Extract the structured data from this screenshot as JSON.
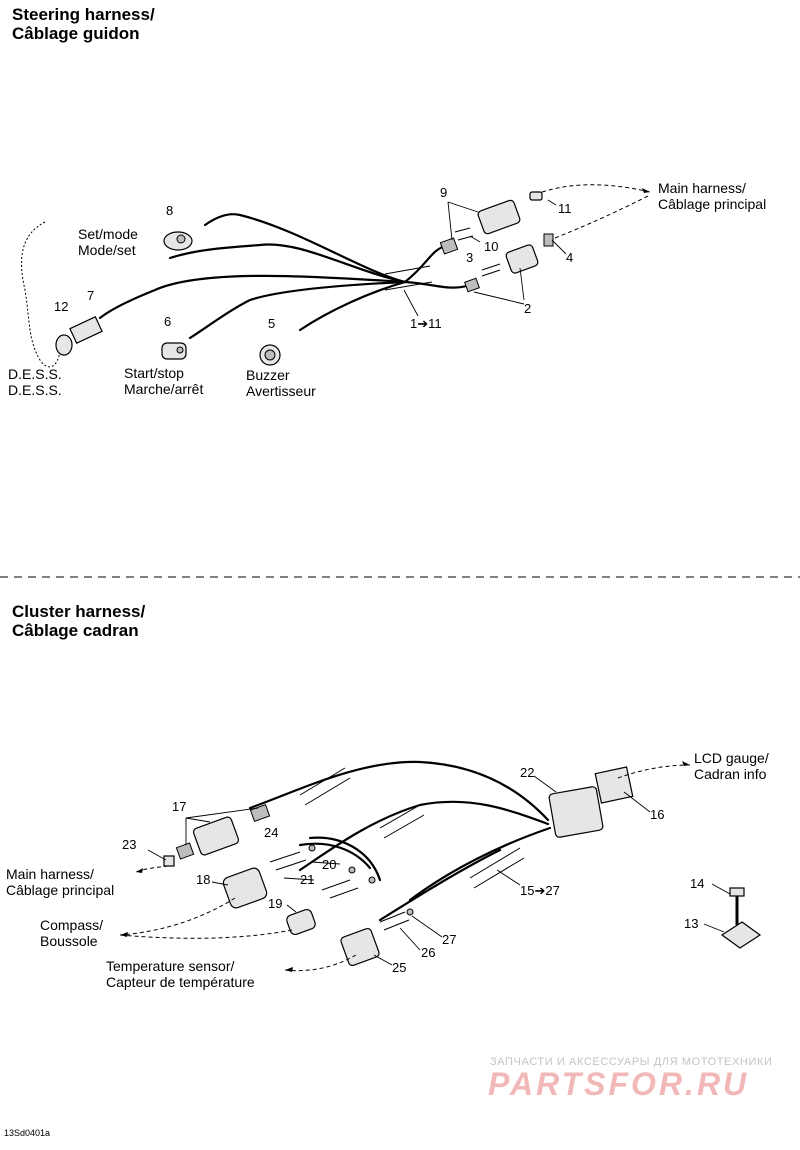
{
  "steering": {
    "title_line1": "Steering harness/",
    "title_line2": "Câblage guidon",
    "labels": {
      "set_mode_en": "Set/mode",
      "set_mode_fr": "Mode/set",
      "dess_en": "D.E.S.S.",
      "dess_fr": "D.E.S.S.",
      "start_stop_en": "Start/stop",
      "start_stop_fr": "Marche/arrêt",
      "buzzer_en": "Buzzer",
      "buzzer_fr": "Avertisseur",
      "main_harness_en": "Main harness/",
      "main_harness_fr": "Câblage principal"
    },
    "callouts": {
      "n8": "8",
      "n7": "7",
      "n12": "12",
      "n6": "6",
      "n5": "5",
      "n1_11": "1➔11",
      "n9": "9",
      "n11": "11",
      "n10": "10",
      "n3": "3",
      "n4": "4",
      "n2": "2"
    }
  },
  "cluster": {
    "title_line1": "Cluster harness/",
    "title_line2": "Câblage cadran",
    "labels": {
      "lcd_en": "LCD gauge/",
      "lcd_fr": "Cadran info",
      "main_harness_en": "Main harness/",
      "main_harness_fr": "Câblage principal",
      "compass_en": "Compass/",
      "compass_fr": "Boussole",
      "temp_en": "Temperature sensor/",
      "temp_fr": "Capteur de température"
    },
    "callouts": {
      "n17": "17",
      "n23": "23",
      "n24": "24",
      "n18": "18",
      "n20": "20",
      "n21": "21",
      "n19": "19",
      "n22": "22",
      "n16": "16",
      "n15_27": "15➔27",
      "n27": "27",
      "n26": "26",
      "n25": "25",
      "n14": "14",
      "n13": "13"
    }
  },
  "footer": {
    "drawing_code": "13Sd0401a",
    "watermark_line1": "ЗАПЧАСТИ И АКСЕССУАРЫ ДЛЯ МОТОТЕХНИКИ",
    "watermark_logo": "PARTSFOR.RU"
  }
}
